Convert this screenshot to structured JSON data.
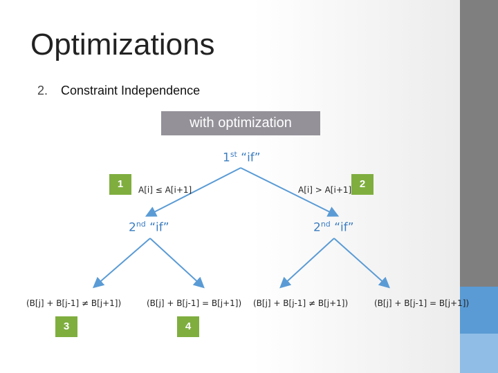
{
  "slide": {
    "title": "Optimizations",
    "subtitle_number": "2.",
    "subtitle_text": "Constraint Independence",
    "box_label": "with optimization"
  },
  "tree": {
    "root_label": "“if”",
    "root_label_ordinal": "1",
    "root_label_suffix": "st",
    "mid_label_ordinal": "2",
    "mid_label_suffix": "nd",
    "mid_label_text": "“if”",
    "edges": {
      "left": "A[i] ≤ A[i+1]",
      "right": "A[i] > A[i+1]"
    },
    "leaves": [
      "(B[j] + B[j-1] ≠ B[j+1])",
      "(B[j] + B[j-1] = B[j+1])",
      "(B[j] + B[j-1] ≠ B[j+1])",
      "(B[j] + B[j-1] = B[j+1])"
    ],
    "badges": [
      "1",
      "2",
      "3",
      "4"
    ]
  },
  "colors": {
    "arrow": "#5a9bd5",
    "badge": "#7fae3f",
    "box": "#949199",
    "rail": "#7f7f7f"
  }
}
